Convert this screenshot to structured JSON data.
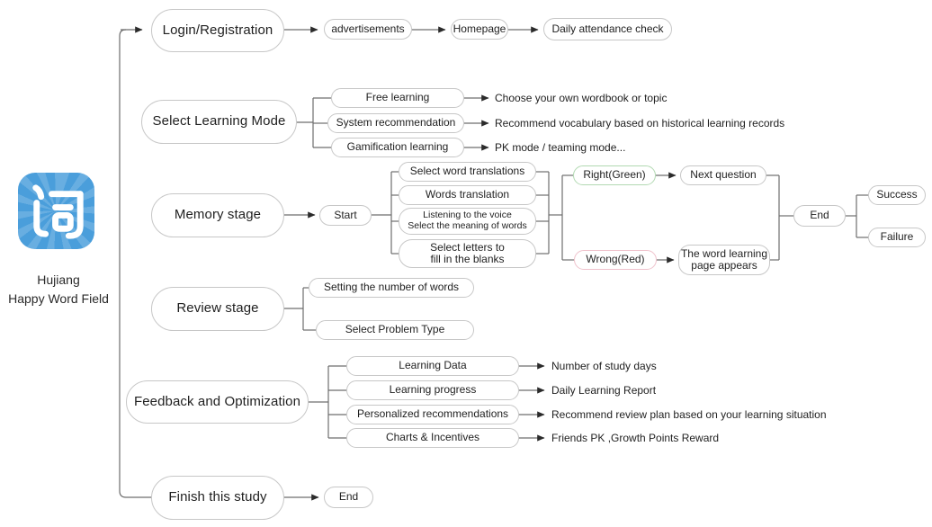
{
  "colors": {
    "box_border": "#c7c7c7",
    "line": "#6d6d6d",
    "arrow": "#2b2b2b",
    "green_border": "#b2d9b2",
    "red_border": "#efc2cc",
    "icon_blue": "#4a9edb"
  },
  "app": {
    "icon": "hujiang-word-app-icon",
    "line1": "Hujiang",
    "line2": "Happy Word Field"
  },
  "login": {
    "label": "Login/Registration",
    "step1": "advertisements",
    "step2": "Homepage",
    "step3": "Daily attendance check"
  },
  "select_mode": {
    "label": "Select Learning Mode",
    "opt1": "Free learning",
    "opt2": "System recommendation",
    "opt3": "Gamification learning",
    "desc1": "Choose your own wordbook or topic",
    "desc2": "Recommend vocabulary based on historical learning records",
    "desc3": "PK mode / teaming mode..."
  },
  "memory": {
    "label": "Memory stage",
    "start": "Start",
    "q1": "Select word translations",
    "q2": "Words translation",
    "q3_line1": "Listening to the voice",
    "q3_line2": "Select the meaning of words",
    "q4_line1": "Select letters to",
    "q4_line2": "fill in the blanks",
    "right": "Right(Green)",
    "next": "Next question",
    "wrong": "Wrong(Red)",
    "wrong_page_line1": "The word learning",
    "wrong_page_line2": "page appears",
    "end": "End",
    "success": "Success",
    "failure": "Failure"
  },
  "review": {
    "label": "Review stage",
    "opt1": "Setting the number of words",
    "opt2": "Select Problem Type"
  },
  "feedback": {
    "label": "Feedback and Optimization",
    "opt1": "Learning Data",
    "opt2": "Learning progress",
    "opt3": "Personalized recommendations",
    "opt4": "Charts & Incentives",
    "desc1": "Number of study days",
    "desc2": "Daily Learning Report",
    "desc3": "Recommend review plan based on your learning situation",
    "desc4": "Friends PK ,Growth Points Reward"
  },
  "finish": {
    "label": "Finish this study",
    "end": "End"
  }
}
